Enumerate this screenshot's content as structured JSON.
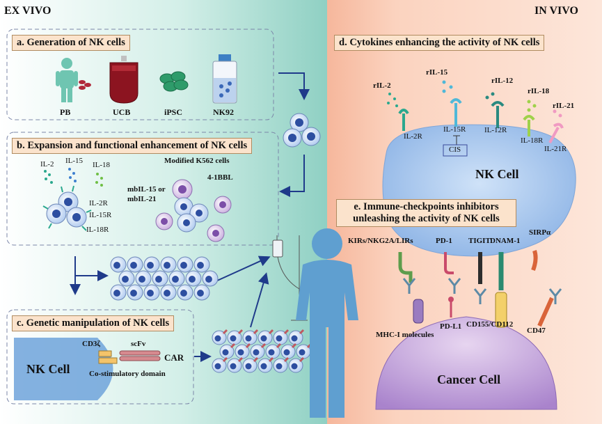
{
  "panels": {
    "left_title": "EX VIVO",
    "right_title": "IN VIVO"
  },
  "section_a": {
    "title": "a. Generation of NK cells",
    "sources": [
      "PB",
      "UCB",
      "iPSC",
      "NK92"
    ]
  },
  "section_b": {
    "title": "b. Expansion and functional enhancement of NK cells",
    "cytokines": [
      "IL-2",
      "IL-15",
      "IL-18"
    ],
    "receptors": [
      "IL-2R",
      "IL-15R",
      "IL-18R"
    ],
    "k562_label": "Modified K562 cells",
    "bbl_label": "4-1BBL",
    "mbil_label_1": "mbIL-15 or",
    "mbil_label_2": "mbIL-21"
  },
  "section_c": {
    "title": "c. Genetic manipulation of NK cells",
    "nk_cell": "NK Cell",
    "cd3z": "CD3ζ",
    "scfv": "scFv",
    "car": "CAR",
    "costim": "Co-stimulatory domain"
  },
  "section_d": {
    "title": "d. Cytokines enhancing the activity of NK cells",
    "cytokines": [
      "rIL-2",
      "rIL-15",
      "rIL-12",
      "rIL-18",
      "rIL-21"
    ],
    "receptors": [
      "IL-2R",
      "IL-15R",
      "IL-12R",
      "IL-18R",
      "IL-21R"
    ],
    "cis": "CIS",
    "nk_cell": "NK Cell"
  },
  "section_e": {
    "title_line1": "e. Immune-checkpoints inhibitors",
    "title_line2": "unleashing the activity of NK cells",
    "receptors": [
      "KIRs/NKG2A/LIRs",
      "PD-1",
      "TIGIT",
      "DNAM-1",
      "SIRPα"
    ],
    "ligands": [
      "MHC-I molecules",
      "PD-L1",
      "CD155/CD112",
      "CD47"
    ],
    "cancer_cell": "Cancer Cell"
  },
  "colors": {
    "left_bg_start": "#ffffff",
    "left_bg_end": "#8fd0c3",
    "right_bg": "#fbd8c4",
    "nk_cell": "#9cc3eb",
    "cancer_cell": "#b79bd2",
    "cell_nucleus": "#2d4ea0",
    "arrow": "#1f3a8a",
    "person": "#5f9fd0"
  }
}
